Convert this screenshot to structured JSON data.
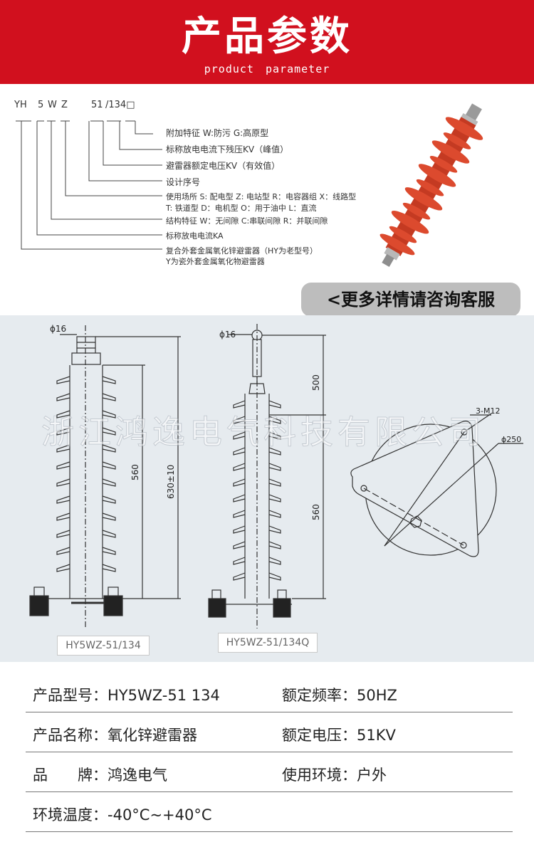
{
  "header": {
    "title": "产品参数",
    "subtitle": "product  parameter"
  },
  "code": {
    "parts": [
      "YH",
      "5",
      "W",
      "Z",
      "51",
      "/134□"
    ],
    "descriptions": [
      "附加特征 W:防污  G:高原型",
      "标称放电电流下残压KV（峰值）",
      "避雷器额定电压KV（有效值）",
      "设计序号",
      "使用场所  S: 配电型   Z: 电站型   R：电容器组  X：线路型",
      "T:  铁道型 D：电机型 O：用于油中 L：直流",
      "结构特征 W：无间隙  C:串联间隙    R：并联间隙",
      "标称放电电流KA",
      "复合外套金属氧化锌避雷器（HY为老型号）",
      "Y为瓷外套金属氧化物避雷器"
    ]
  },
  "consult_button": "<更多详情请咨询客服",
  "drawing": {
    "watermark": "浙江鸿逸电气科技有限公司",
    "left": {
      "diameter": "ϕ16",
      "dim_inner": "560",
      "dim_total": "630±10",
      "model": "HY5WZ-51/134"
    },
    "middle": {
      "diameter": "ϕ16",
      "dim_top": "500",
      "dim_bottom": "560",
      "model": "HY5WZ-51/134Q"
    },
    "base": {
      "holes": "3-M12",
      "diameter": "ϕ250"
    }
  },
  "specs": [
    {
      "left": "产品型号：HY5WZ-51 134",
      "right": "额定频率：50HZ"
    },
    {
      "left": "产品名称：氧化锌避雷器",
      "right": "额定电压：51KV"
    },
    {
      "left": "品　　牌：鸿逸电气",
      "right": "使用环境：户外"
    },
    {
      "left": "环境温度：-40°C~+40°C",
      "right": ""
    }
  ],
  "colors": {
    "header_red": "#d1101e",
    "insulator_red": "#d8452b",
    "drawing_bg": "#e6ebef"
  }
}
